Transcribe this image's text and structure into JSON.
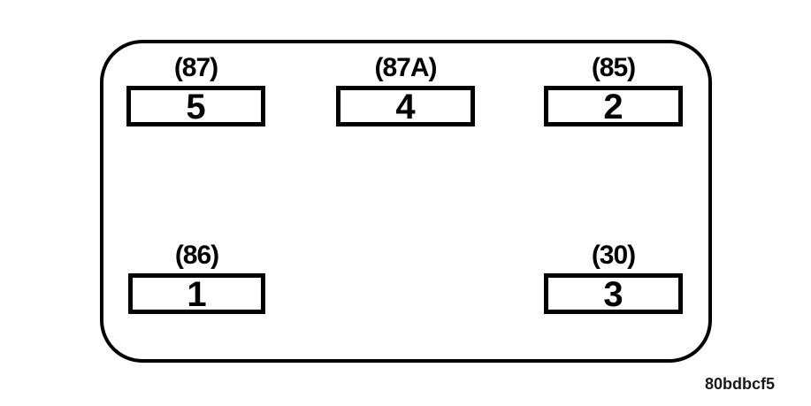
{
  "diagram": {
    "type": "relay-terminal-pinout",
    "figure_code": "80bdbcf5",
    "terminals": [
      {
        "label": "(87)",
        "pin": "5",
        "position": "top-left"
      },
      {
        "label": "(87A)",
        "pin": "4",
        "position": "top-center"
      },
      {
        "label": "(85)",
        "pin": "2",
        "position": "top-right"
      },
      {
        "label": "(86)",
        "pin": "1",
        "position": "bottom-left"
      },
      {
        "label": "(30)",
        "pin": "3",
        "position": "bottom-right"
      }
    ],
    "colors": {
      "line": "#000000",
      "background": "#ffffff",
      "text": "#000000"
    }
  }
}
